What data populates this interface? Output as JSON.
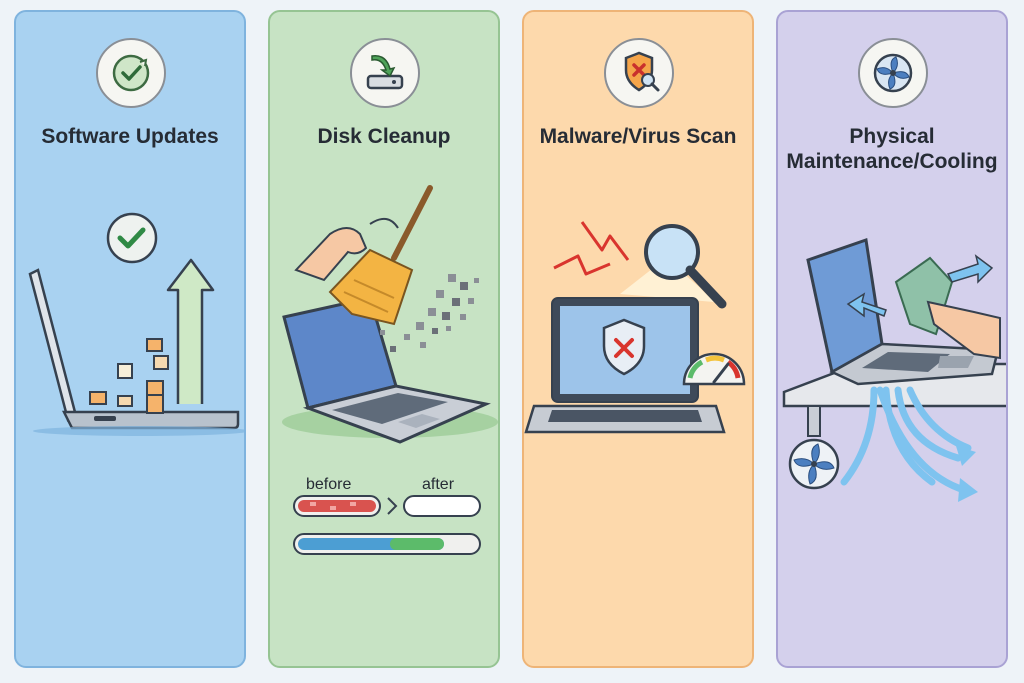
{
  "panels": [
    {
      "id": "software-updates",
      "title": "Software Updates",
      "badge_icon": "check-refresh-icon",
      "color": "#a9d2f1"
    },
    {
      "id": "disk-cleanup",
      "title": "Disk Cleanup",
      "badge_icon": "drive-download-icon",
      "color": "#c7e3c4",
      "before_label": "before",
      "after_label": "after"
    },
    {
      "id": "malware-virus-scan",
      "title": "Malware/Virus Scan",
      "badge_icon": "shield-x-magnifier-icon",
      "color": "#fdd9ac"
    },
    {
      "id": "physical-maintenance",
      "title": "Physical\nMaintenance/Cooling",
      "badge_icon": "fan-icon",
      "color": "#d4d0ec"
    }
  ]
}
